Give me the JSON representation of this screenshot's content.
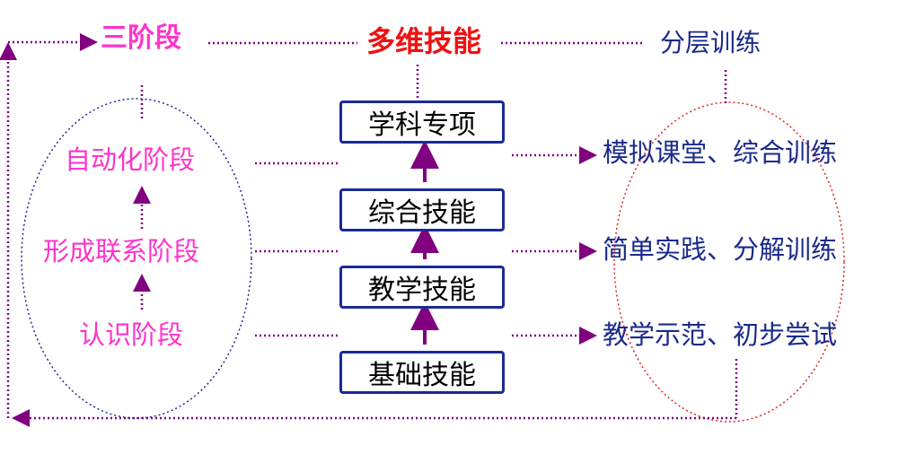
{
  "header": {
    "stages_title": "三阶段",
    "skills_title": "多维技能",
    "training_title": "分层训练"
  },
  "stages": [
    "自动化阶段",
    "形成联系阶段",
    "认识阶段"
  ],
  "skills": [
    "学科专项",
    "综合技能",
    "教学技能",
    "基础技能"
  ],
  "trainings": [
    "模拟课堂、综合训练",
    "简单实践、分解训练",
    "教学示范、初步尝试"
  ],
  "colors": {
    "stage_text": "#ff33cc",
    "skills_title": "#ee1111",
    "training_text": "#1a2a8c",
    "box_border": "#1a2a99",
    "arrow": "#800080",
    "dotted_link": "#800080",
    "left_ellipse": "#1a2a99",
    "right_ellipse": "#dd2222"
  }
}
